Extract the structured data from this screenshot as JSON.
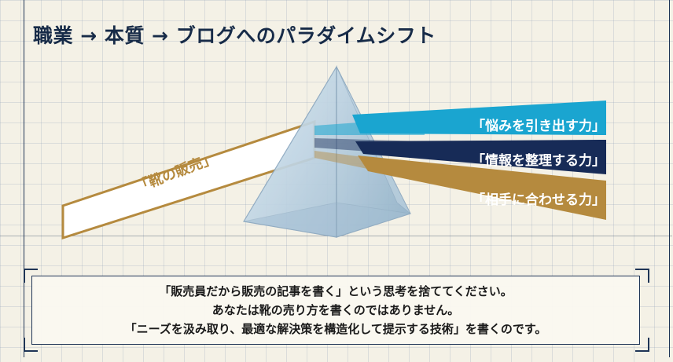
{
  "title": "職業 → 本質 → ブログへのパラダイムシフト",
  "input_label": "「靴の販売」",
  "beams": [
    {
      "label": "「悩みを引き出す力」",
      "color": "#1aa5d0"
    },
    {
      "label": "「情報を整理する力」",
      "color": "#172b57"
    },
    {
      "label": "「相手に合わせる力」",
      "color": "#b58a3e"
    }
  ],
  "colors": {
    "navy": "#1f3556",
    "gold": "#b58a3e",
    "prism": "#a9c4d8"
  },
  "message": {
    "line1": "「販売員だから販売の記事を書く」という思考を捨ててください。",
    "line2": "あなたは靴の売り方を書くのではありません。",
    "line3": "「ニーズを汲み取り、最適な解決策を構造化して提示する技術」を書くのです。"
  }
}
